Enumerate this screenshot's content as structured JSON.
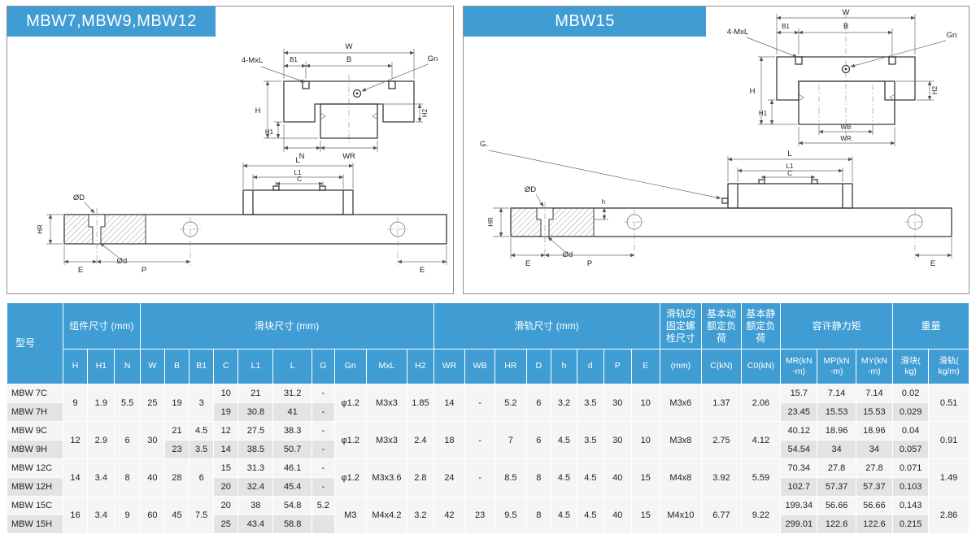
{
  "diagrams": {
    "left": {
      "title": "MBW7,MBW9,MBW12",
      "labels": {
        "w": "W",
        "b1": "B1",
        "b": "B",
        "gn": "Gn",
        "mxl": "4-MxL",
        "h": "H",
        "h1": "H1",
        "h2": "H2",
        "n": "N",
        "wr": "WR",
        "l": "L",
        "l1": "L1",
        "c": "C",
        "diaD": "ØD",
        "diad": "Ød",
        "hr": "HR",
        "e": "E",
        "p": "P",
        "e2": "E"
      }
    },
    "right": {
      "title": "MBW15",
      "labels": {
        "w": "W",
        "b1": "B1",
        "b": "B",
        "gn": "Gn",
        "mxl": "4-MxL",
        "h": "H",
        "h1": "H1",
        "h2": "H2",
        "wb": "WB",
        "wr": "WR",
        "g": "G.",
        "l": "L",
        "l1": "L1",
        "c": "C",
        "diaD": "ØD",
        "diad": "Ød",
        "hr": "HR",
        "hsm": "h",
        "e": "E",
        "p": "P",
        "e2": "E"
      }
    }
  },
  "table": {
    "header": {
      "model": "型号",
      "groups": {
        "assembly": "组件尺寸 (mm)",
        "block": "滑块尺寸 (mm)",
        "rail": "滑轨尺寸 (mm)",
        "bolt": "滑轨的\n固定螺\n栓尺寸",
        "dyn": "基本动\n额定负\n荷",
        "stat": "基本静\n额定负\n荷",
        "moment": "容许静力矩",
        "weight": "重量"
      },
      "cols": {
        "H": "H",
        "H1": "H1",
        "N": "N",
        "W": "W",
        "B": "B",
        "B1": "B1",
        "C": "C",
        "L1": "L1",
        "L": "L",
        "G": "G",
        "Gn": "Gn",
        "MxL": "MxL",
        "H2": "H2",
        "WR": "WR",
        "WB": "WB",
        "HR": "HR",
        "D": "D",
        "h": "h",
        "d": "d",
        "P": "P",
        "E": "E",
        "bolt_mm": "(mm)",
        "C_dyn": "C(kN)",
        "C0": "C0(kN)",
        "MR": "MR(kN\n-m)",
        "MP": "MP(kN\n-m)",
        "MY": "MY(kN\n-m)",
        "block": "滑块(\nkg)",
        "rail": "滑轨(\nkg/m)"
      }
    },
    "rows": [
      {
        "model": "MBW 7C",
        "H": "9",
        "H1": "1.9",
        "N": "5.5",
        "W": "25",
        "B": "19",
        "B1": "3",
        "C": "10",
        "L1": "21",
        "L": "31.2",
        "G": "-",
        "Gn": "φ1.2",
        "MxL": "M3x3",
        "H2": "1.85",
        "WR": "14",
        "WB": "-",
        "HR": "5.2",
        "D": "6",
        "h": "3.2",
        "d": "3.5",
        "P": "30",
        "E": "10",
        "bolt": "M3x6",
        "C_dyn": "1.37",
        "C0": "2.06",
        "MR": "15.7",
        "MP": "7.14",
        "MY": "7.14",
        "block_kg": "0.02",
        "rail_kg": "0.51"
      },
      {
        "model": "MBW 7H",
        "C": "19",
        "L1": "30.8",
        "L": "41",
        "G": "-",
        "MR": "23.45",
        "MP": "15.53",
        "MY": "15.53",
        "block_kg": "0.029"
      },
      {
        "model": "MBW 9C",
        "H": "12",
        "H1": "2.9",
        "N": "6",
        "W": "30",
        "B": "21",
        "B1": "4.5",
        "C": "12",
        "L1": "27.5",
        "L": "38.3",
        "G": "-",
        "Gn": "φ1.2",
        "MxL": "M3x3",
        "H2": "2.4",
        "WR": "18",
        "WB": "-",
        "HR": "7",
        "D": "6",
        "h": "4.5",
        "d": "3.5",
        "P": "30",
        "E": "10",
        "bolt": "M3x8",
        "C_dyn": "2.75",
        "C0": "4.12",
        "MR": "40.12",
        "MP": "18.96",
        "MY": "18.96",
        "block_kg": "0.04",
        "rail_kg": "0.91"
      },
      {
        "model": "MBW 9H",
        "B": "23",
        "B1": "3.5",
        "C": "14",
        "L1": "38.5",
        "L": "50.7",
        "G": "-",
        "MR": "54.54",
        "MP": "34",
        "MY": "34",
        "block_kg": "0.057"
      },
      {
        "model": "MBW 12C",
        "H": "14",
        "H1": "3.4",
        "N": "8",
        "W": "40",
        "B": "28",
        "B1": "6",
        "C": "15",
        "L1": "31.3",
        "L": "46.1",
        "G": "-",
        "Gn": "φ1.2",
        "MxL": "M3x3.6",
        "H2": "2.8",
        "WR": "24",
        "WB": "-",
        "HR": "8.5",
        "D": "8",
        "h": "4.5",
        "d": "4.5",
        "P": "40",
        "E": "15",
        "bolt": "M4x8",
        "C_dyn": "3.92",
        "C0": "5.59",
        "MR": "70.34",
        "MP": "27.8",
        "MY": "27.8",
        "block_kg": "0.071",
        "rail_kg": "1.49"
      },
      {
        "model": "MBW 12H",
        "C": "20",
        "L1": "32.4",
        "L": "45.4",
        "G": "-",
        "MR": "102.7",
        "MP": "57.37",
        "MY": "57.37",
        "block_kg": "0.103"
      },
      {
        "model": "MBW 15C",
        "H": "16",
        "H1": "3.4",
        "N": "9",
        "W": "60",
        "B": "45",
        "B1": "7.5",
        "C": "20",
        "L1": "38",
        "L": "54.8",
        "G": "5.2",
        "Gn": "M3",
        "MxL": "M4x4.2",
        "H2": "3.2",
        "WR": "42",
        "WB": "23",
        "HR": "9.5",
        "D": "8",
        "h": "4.5",
        "d": "4.5",
        "P": "40",
        "E": "15",
        "bolt": "M4x10",
        "C_dyn": "6.77",
        "C0": "9.22",
        "MR": "199.34",
        "MP": "56.66",
        "MY": "56.66",
        "block_kg": "0.143",
        "rail_kg": "2.86"
      },
      {
        "model": "MBW 15H",
        "C": "25",
        "L1": "43.4",
        "L": "58.8",
        "G": "",
        "MR": "299.01",
        "MP": "122.6",
        "MY": "122.6",
        "block_kg": "0.215"
      }
    ]
  }
}
